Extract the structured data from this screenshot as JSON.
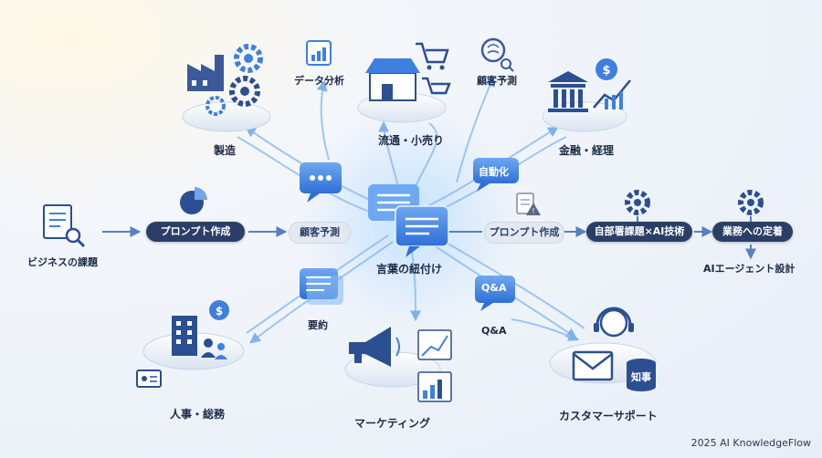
{
  "labels": {
    "manufacturing": "製造",
    "data_analysis": "データ分析",
    "retail": "流通・小売り",
    "customer_prediction_top": "顧客予測",
    "finance": "金融・経理",
    "automation": "自動化",
    "business_issue": "ビジネスの課題",
    "prompt_left": "プロンプト作成",
    "customer_prediction_mid": "顧客予測",
    "center": "言葉の紐付け",
    "prompt_right": "プロンプト作成",
    "dept_ai": "自部署課題×AI技術",
    "adoption": "業務への定着",
    "agent_design": "AIエージェント設計",
    "summary": "要約",
    "qa_bubble": "Q&A",
    "qa_label": "Q&A",
    "hr": "人事・総務",
    "marketing": "マーケティング",
    "support": "カスタマーサポート",
    "knowledge": "知事"
  },
  "footer": "2025 AI KnowledgeFlow",
  "icons": {
    "manufacturing": "factory-gears-icon",
    "data_analysis": "bar-chart-icon",
    "retail": "store-cart-icon",
    "prediction": "brain-search-icon",
    "finance": "bank-dollar-icon",
    "issue": "document-search-icon",
    "pie": "pie-chart-icon",
    "hr": "building-people-icon",
    "marketing": "megaphone-chart-icon",
    "support": "headset-mail-icon",
    "gear": "gear-icon"
  },
  "colors": {
    "navy": "#2b3f66",
    "accent": "#3f7fe0",
    "light_blue": "#7fb2f0"
  }
}
